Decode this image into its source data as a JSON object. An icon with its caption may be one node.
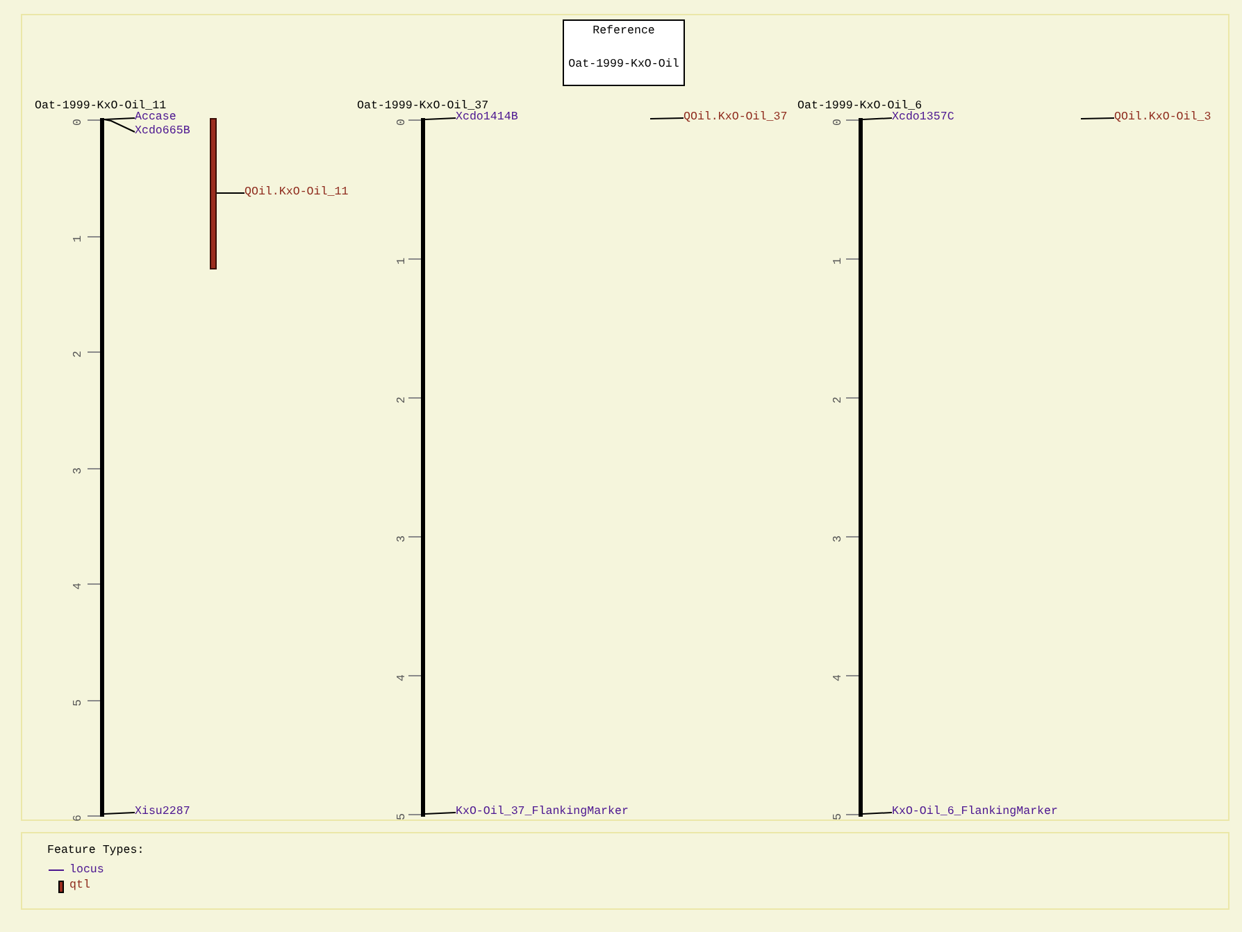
{
  "diagram": {
    "nodes": [
      {
        "text": [
          "Reference",
          "Oat-1999-KxO-Oil"
        ]
      },
      {
        "text": [],
        "shape": "bar",
        "beside": [
          "0",
          "1",
          "2",
          "3",
          "4",
          "5",
          "6"
        ]
      },
      {
        "text": [
          "Accase"
        ]
      },
      {
        "text": [
          "Xcdo665B"
        ]
      },
      {
        "text": [],
        "shape": "bar"
      },
      {
        "text": [
          "QOil.KxO-Oil_11"
        ]
      },
      {
        "text": [
          "Xisu2287"
        ]
      },
      {
        "text": [],
        "shape": "bar",
        "beside": [
          "0",
          "1",
          "2",
          "3",
          "4",
          "5"
        ]
      },
      {
        "text": [
          "Xcdo1414B"
        ]
      },
      {
        "text": [
          "QOil.KxO-Oil_37"
        ]
      },
      {
        "text": [
          "KxO-Oil_37_FlankingMarker"
        ]
      },
      {
        "text": [],
        "shape": "bar",
        "beside": [
          "0",
          "1",
          "2",
          "3",
          "4",
          "5"
        ]
      },
      {
        "text": [
          "Xcdo1357C"
        ]
      },
      {
        "text": [
          "QOil.KxO-Oil_3"
        ]
      },
      {
        "text": [
          "KxO-Oil_6_FlankingMarker"
        ]
      }
    ],
    "edges": [
      {
        "from": 2,
        "to": 1,
        "arrow": "none"
      },
      {
        "from": 3,
        "to": 1,
        "arrow": "none"
      },
      {
        "from": 5,
        "to": 4,
        "arrow": "none"
      },
      {
        "from": 6,
        "to": 1,
        "arrow": "none"
      },
      {
        "from": 8,
        "to": 7,
        "arrow": "none"
      },
      {
        "from": 9,
        "to": null,
        "arrow": "none"
      },
      {
        "from": 10,
        "to": 7,
        "arrow": "none"
      },
      {
        "from": 12,
        "to": 11,
        "arrow": "none"
      },
      {
        "from": 13,
        "to": null,
        "arrow": "none"
      },
      {
        "from": 14,
        "to": 11,
        "arrow": "none"
      }
    ],
    "labels": [
      "Oat-1999-KxO-Oil_11",
      "Oat-1999-KxO-Oil_37",
      "Oat-1999-KxO-Oil_6",
      "Feature Types:"
    ],
    "legend": [
      {
        "text": "locus"
      },
      {
        "text": "qtl",
        "color": "#9b2d1f"
      }
    ]
  }
}
